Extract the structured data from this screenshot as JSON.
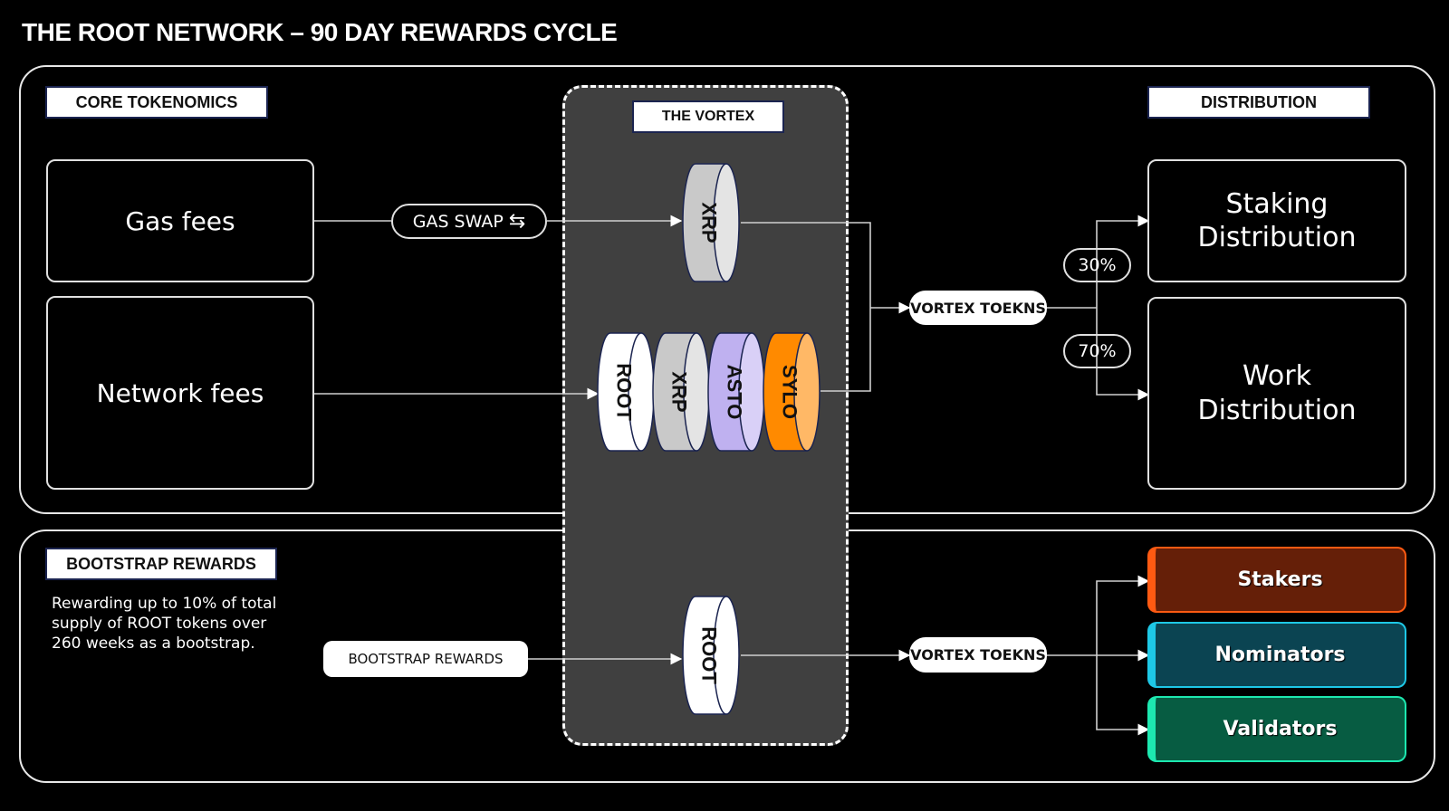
{
  "title": "THE ROOT NETWORK – 90 DAY REWARDS CYCLE",
  "core": {
    "label": "CORE TOKENOMICS",
    "sources": [
      {
        "label": "Gas fees"
      },
      {
        "label": "Network fees"
      }
    ],
    "gas_swap": {
      "label": "GAS SWAP",
      "icon": "swap-arrows-icon",
      "glyph": "⇆"
    }
  },
  "vortex": {
    "label": "THE VORTEX",
    "gas_tokens": [
      {
        "symbol": "XRP",
        "side": "#c9c9c9",
        "face": "#e4e4e4"
      }
    ],
    "network_tokens": [
      {
        "symbol": "ROOT",
        "side": "#ffffff",
        "face": "#ffffff"
      },
      {
        "symbol": "XRP",
        "side": "#c9c9c9",
        "face": "#e4e4e4"
      },
      {
        "symbol": "ASTO",
        "side": "#bfb1f0",
        "face": "#d9d0f7"
      },
      {
        "symbol": "SYLO",
        "side": "#ff8a00",
        "face": "#ffb866"
      }
    ],
    "bootstrap_tokens": [
      {
        "symbol": "ROOT",
        "side": "#ffffff",
        "face": "#ffffff"
      }
    ]
  },
  "vortex_tokens_label": "VORTEX TOEKNS",
  "distribution": {
    "label": "DISTRIBUTION",
    "splits": [
      {
        "percent": "30%",
        "target": "Staking\nDistribution",
        "target_lines": [
          "Staking",
          "Distribution"
        ]
      },
      {
        "percent": "70%",
        "target": "Work\nDistribution",
        "target_lines": [
          "Work",
          "Distribution"
        ]
      }
    ]
  },
  "bootstrap": {
    "label": "BOOTSTRAP REWARDS",
    "description_lines": [
      "Rewarding up to 10% of total",
      "supply of ROOT tokens over",
      "260 weeks as a bootstrap."
    ],
    "pill_label": "BOOTSTRAP REWARDS",
    "vortex_tokens_label": "VORTEX TOEKNS",
    "recipients": [
      {
        "label": "Stakers",
        "bg": "#651f08",
        "accent": "#ff5a12"
      },
      {
        "label": "Nominators",
        "bg": "#0b4452",
        "accent": "#1ec8e6"
      },
      {
        "label": "Validators",
        "bg": "#075c42",
        "accent": "#1de8b0"
      }
    ]
  },
  "colors": {
    "background": "#000000",
    "vortex_bg": "#404040",
    "line": "#d0d0d0"
  }
}
